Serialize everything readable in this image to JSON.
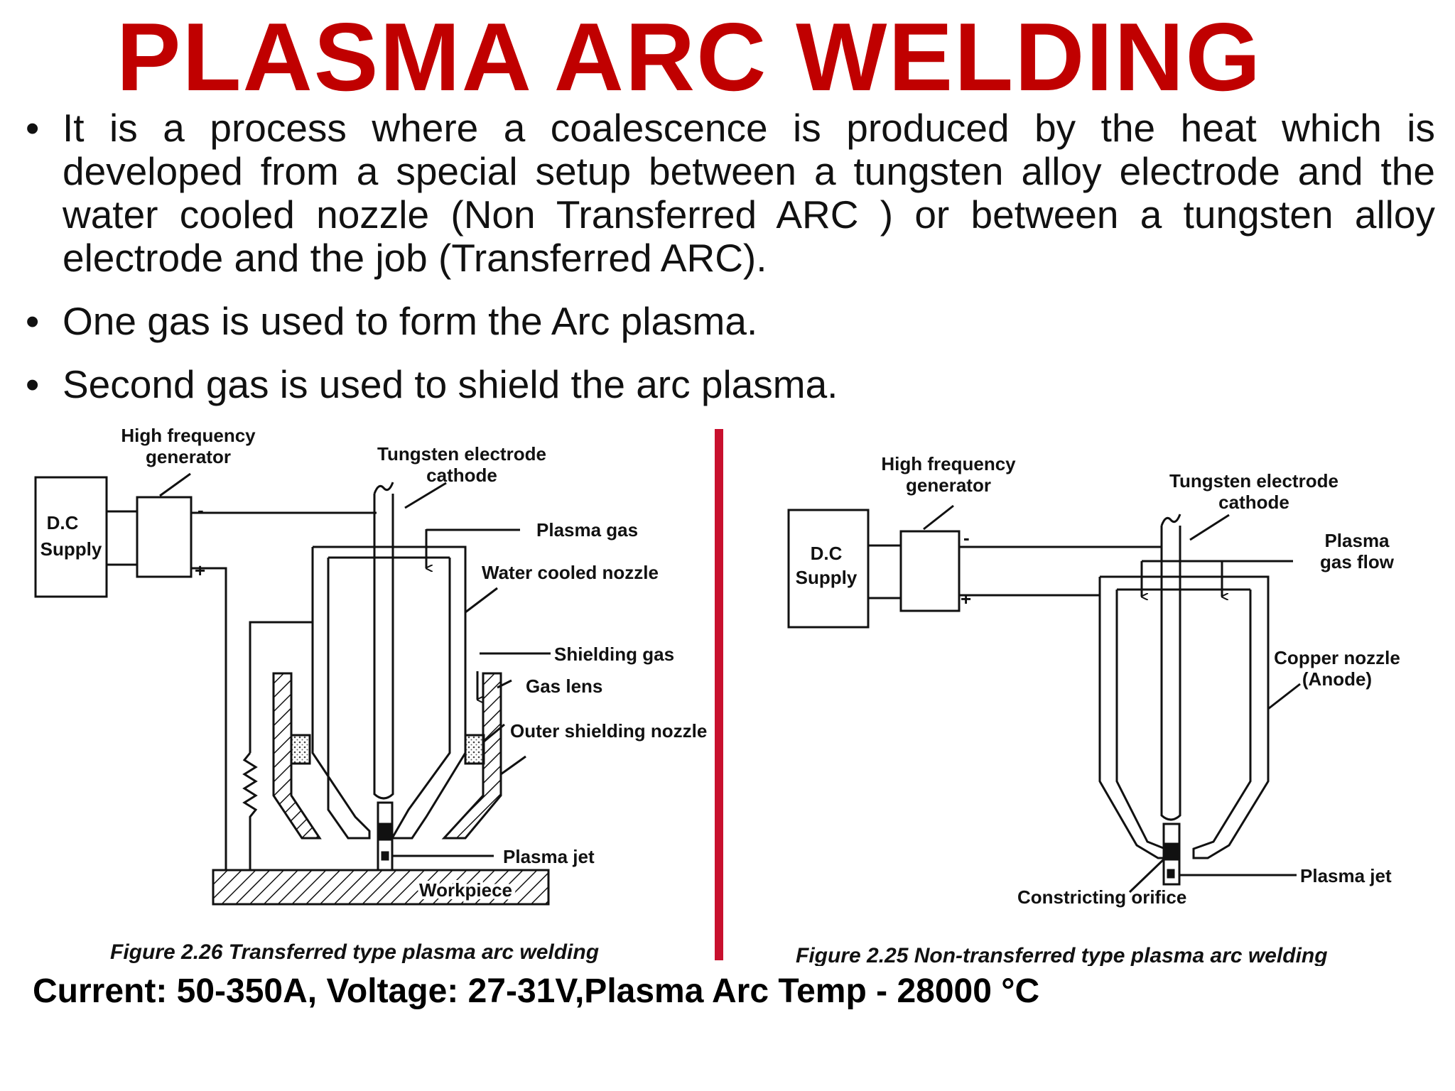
{
  "title": "PLASMA ARC WELDING",
  "bullets": [
    "It is a process where a coalescence is produced by the heat which is developed from a special setup between a tungsten alloy electrode and the water cooled nozzle (Non Transferred ARC ) or between a tungsten alloy electrode and the job (Transferred ARC).",
    "One gas is used to form the Arc plasma.",
    "Second gas is used to shield the arc plasma."
  ],
  "diagram_left": {
    "dc_supply": [
      "D.C",
      "Supply"
    ],
    "hf_generator": [
      "High frequency",
      "generator"
    ],
    "tungsten": [
      "Tungsten electrode",
      "cathode"
    ],
    "plasma_gas": "Plasma gas",
    "water_nozzle": "Water cooled nozzle",
    "shielding_gas": "Shielding gas",
    "gas_lens": "Gas lens",
    "outer_nozzle": "Outer shielding nozzle",
    "plasma_jet": "Plasma jet",
    "workpiece": "Workpiece",
    "minus": "-",
    "plus": "+",
    "caption": "Figure 2.26 Transferred type plasma arc welding"
  },
  "diagram_right": {
    "dc_supply": [
      "D.C",
      "Supply"
    ],
    "hf_generator": [
      "High frequency",
      "generator"
    ],
    "tungsten": [
      "Tungsten electrode",
      "cathode"
    ],
    "plasma_flow": [
      "Plasma",
      "gas flow"
    ],
    "copper_nozzle": [
      "Copper nozzle",
      "(Anode)"
    ],
    "plasma_jet": "Plasma jet",
    "orifice": "Constricting orifice",
    "minus": "-",
    "plus": "+",
    "caption": "Figure 2.25 Non-transferred type plasma arc welding"
  },
  "footer": "Current: 50-350A, Voltage: 27-31V,Plasma Arc Temp - 28000 °C",
  "colors": {
    "title": "#c00000",
    "divider": "#c8102e"
  }
}
